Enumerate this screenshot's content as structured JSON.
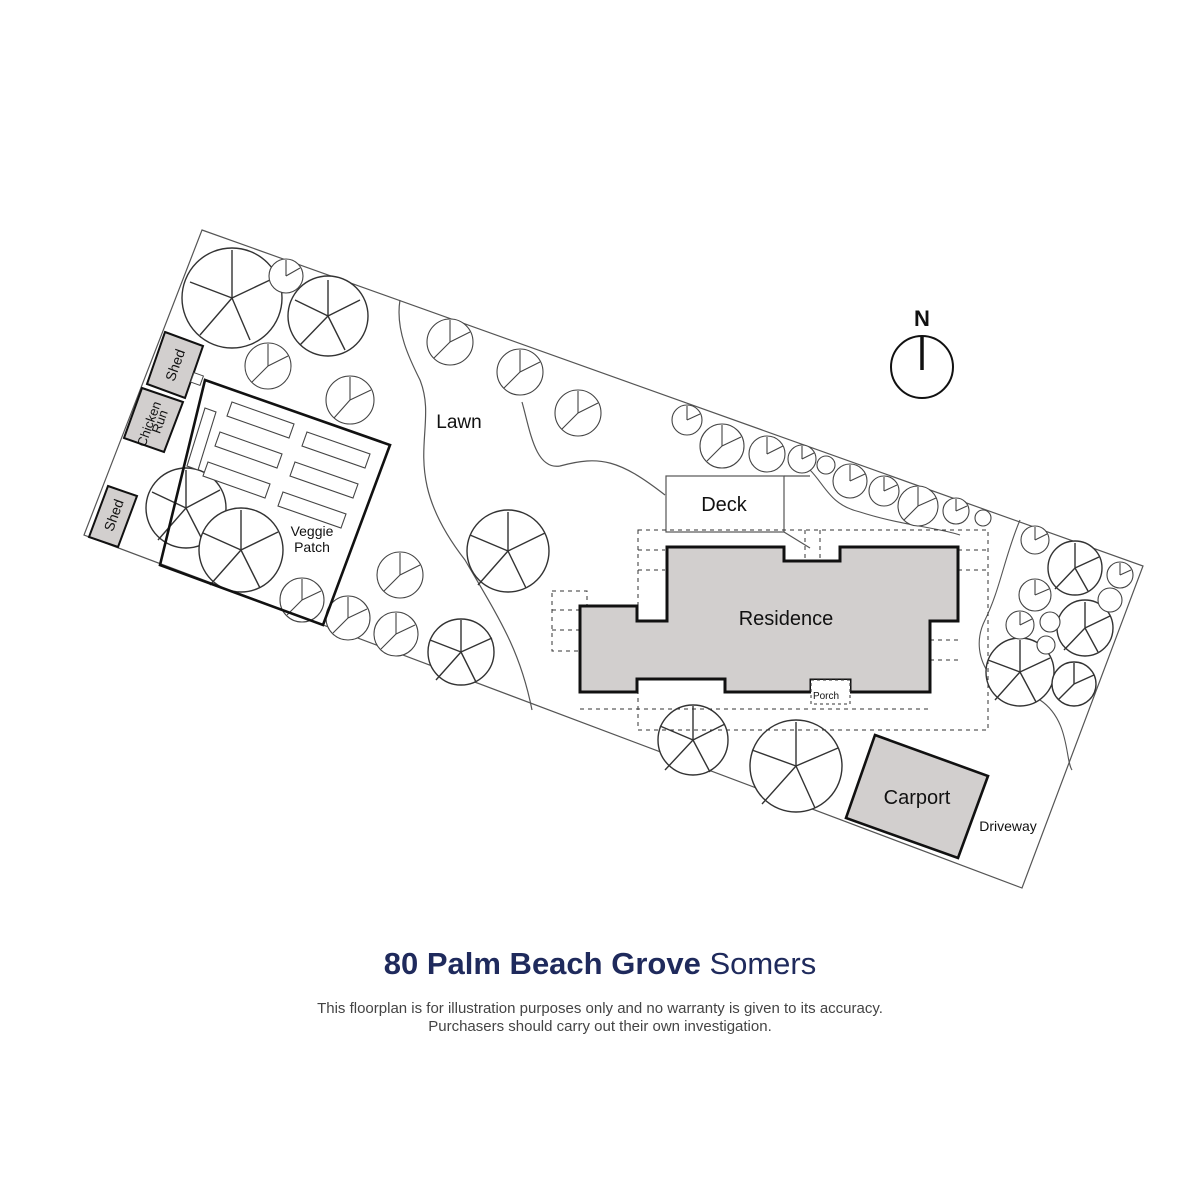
{
  "north_label": "N",
  "areas": {
    "shed_top": "Shed",
    "chicken_line1": "Chicken",
    "chicken_line2": "Run",
    "shed_bottom": "Shed",
    "veggie_line1": "Veggie",
    "veggie_line2": "Patch",
    "lawn": "Lawn",
    "deck": "Deck",
    "residence": "Residence",
    "porch": "Porch",
    "carport": "Carport",
    "driveway": "Driveway"
  },
  "footer": {
    "address": "80 Palm Beach Grove",
    "suburb": "Somers",
    "disclaimer_line1": "This floorplan is for illustration purposes only and no warranty is given to its accuracy.",
    "disclaimer_line2": "Purchasers should carry out their own investigation."
  },
  "colors": {
    "building_fill": "#d2cfce",
    "outline": "#111111",
    "title": "#1f2a5c"
  }
}
